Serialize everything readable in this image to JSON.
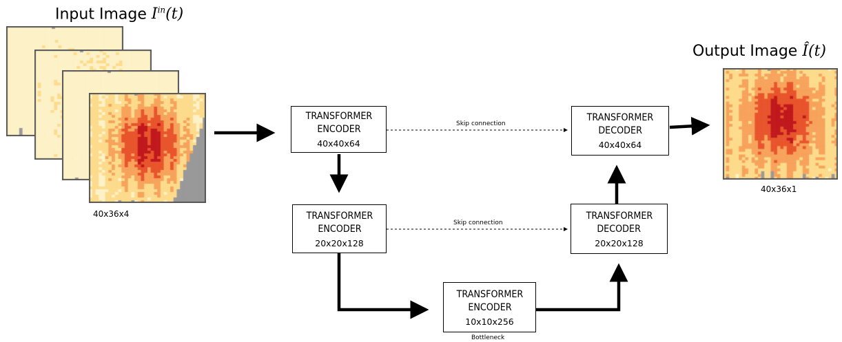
{
  "input": {
    "title_prefix": "Input Image ",
    "math_base": "I",
    "math_sup": "in",
    "math_arg": "(t)",
    "dims": "40x36x4"
  },
  "output": {
    "title_prefix": "Output Image ",
    "math": "Î(t)",
    "dims": "40x36x1"
  },
  "blocks": {
    "enc1": {
      "line1": "TRANSFORMER",
      "line2": "ENCODER",
      "size": "40x40x64"
    },
    "enc2": {
      "line1": "TRANSFORMER",
      "line2": "ENCODER",
      "size": "20x20x128"
    },
    "bottleneck": {
      "line1": "TRANSFORMER",
      "line2": "ENCODER",
      "size": "10x10x256",
      "caption": "Bottleneck"
    },
    "dec2": {
      "line1": "TRANSFORMER",
      "line2": "DECODER",
      "size": "20x20x128"
    },
    "dec1": {
      "line1": "TRANSFORMER",
      "line2": "DECODER",
      "size": "40x40x64"
    }
  },
  "skip_label": "Skip connection",
  "colors": {
    "pale": "#fdf1c7",
    "yellow": "#fddb8c",
    "orange": "#f7a35c",
    "red": "#e8542c",
    "dark_red": "#c0181c",
    "gray": "#999999",
    "border": "#555555"
  }
}
